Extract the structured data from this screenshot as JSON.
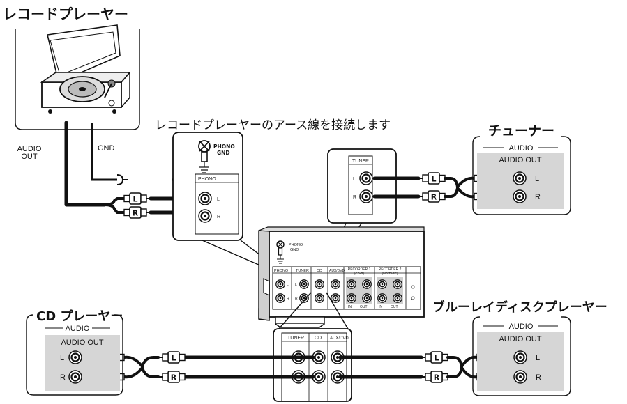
{
  "devices": {
    "record_player": {
      "title": "レコードプレーヤー",
      "audio_out": [
        "AUDIO",
        "OUT"
      ],
      "gnd": "GND"
    },
    "tuner": {
      "title": "チューナー",
      "audio": "AUDIO",
      "audio_out": "AUDIO OUT",
      "left": "L",
      "right": "R"
    },
    "cd_player": {
      "title": "CD プレーヤー",
      "audio": "AUDIO",
      "audio_out": "AUDIO OUT",
      "left": "L",
      "right": "R"
    },
    "bluray_player": {
      "title": "ブルーレイディスクプレーヤー",
      "audio": "AUDIO",
      "audio_out": "AUDIO OUT",
      "left": "L",
      "right": "R"
    }
  },
  "ground_note": "レコードプレーヤーのアース線を接続します",
  "plugs": {
    "left": "L",
    "right": "R"
  },
  "receiver": {
    "phono_gnd": [
      "PHONO",
      "GND"
    ],
    "phono": "PHONO",
    "tuner": "TUNER",
    "cd": "CD",
    "aux_dvd": "AUX/DVD",
    "recorder1": [
      "RECORDER 1",
      "(CD-R)"
    ],
    "recorder2": [
      "RECORDER 2",
      "(MD/TAPE)"
    ],
    "in": "IN",
    "out": "OUT",
    "left": "L",
    "right": "R"
  },
  "callouts": {
    "phono": {
      "gnd": [
        "PHONO",
        "GND"
      ],
      "header": "PHONO",
      "left": "L",
      "right": "R"
    },
    "tuner": {
      "header": "TUNER",
      "left": "L",
      "right": "R"
    },
    "bottom": {
      "tuner": "TUNER",
      "cd": "CD",
      "aux": "AUX/DVD"
    }
  }
}
